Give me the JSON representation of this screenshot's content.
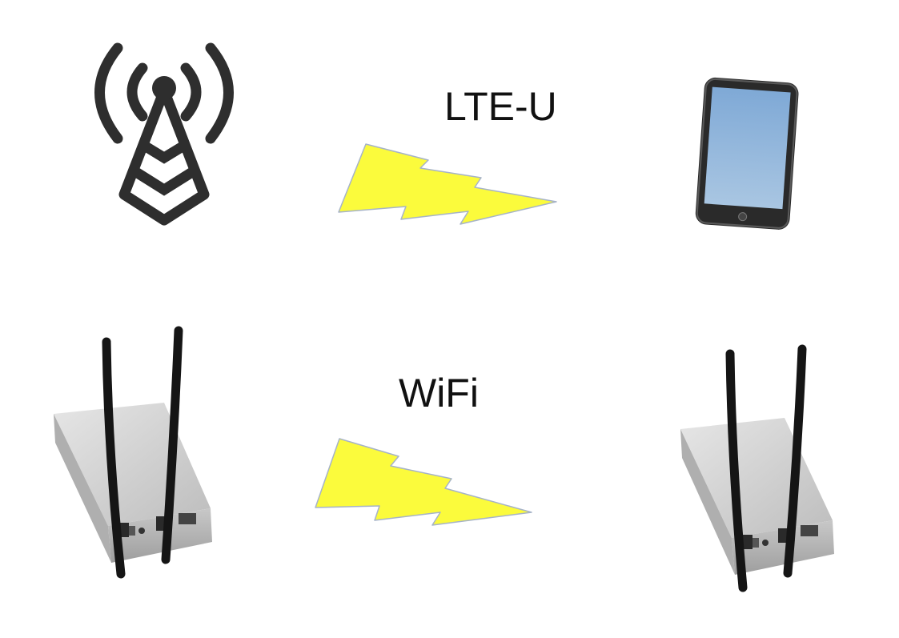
{
  "links": [
    {
      "name": "lte-u-link",
      "label": "LTE-U"
    },
    {
      "name": "wifi-link",
      "label": "WiFi"
    }
  ],
  "colors": {
    "bolt_fill": "#FBFB3C",
    "bolt_stroke": "#A6B3C8",
    "tower": "#2E2E2E",
    "tablet_body": "#2A2A2A",
    "tablet_screen": "#8DB4DC",
    "router_body": "#C9C9C9",
    "antenna": "#151515"
  },
  "icons": [
    "cell-tower-icon",
    "tablet-icon",
    "wifi-router-icon",
    "wifi-router-icon",
    "lightning-bolt-icon",
    "lightning-bolt-icon"
  ]
}
